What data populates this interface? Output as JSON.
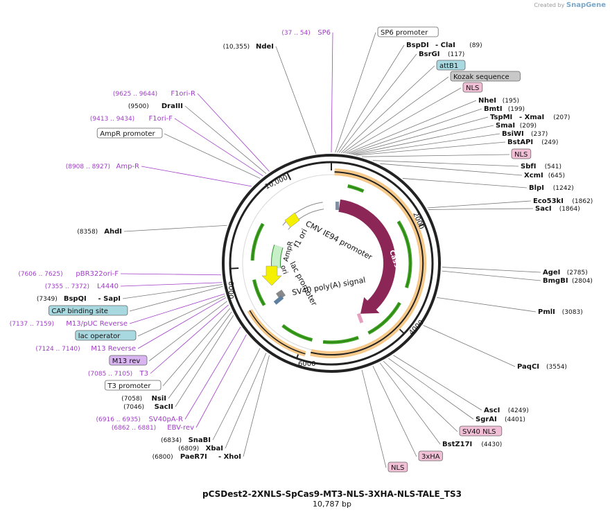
{
  "credit": {
    "prefix": "Created by",
    "brand": "SnapGene"
  },
  "plasmid": {
    "name": "pCSDest2-2XNLS-SpCas9-MT3-NLS-3XHA-NLS-TALE_TS3",
    "length": "10,787 bp"
  },
  "ring_ticks": [
    "2000",
    "4000",
    "6000",
    "8000",
    "10,000"
  ],
  "features": {
    "cas9": "Cas9",
    "cmv": "CMV IE94 promoter",
    "f1ori": "f1 ori",
    "ampr": "AmpR",
    "lac": "lac promoter",
    "ori": "ori",
    "sv40": "SV40 poly(A) signal"
  },
  "labels_right": [
    {
      "name": "SP6 promoter",
      "type": "box",
      "box": "white"
    },
    {
      "name": "BspDI",
      "name2": "ClaI",
      "pos": "(89)"
    },
    {
      "name": "BsrGI",
      "pos": "(117)"
    },
    {
      "name": "attB1",
      "type": "box",
      "box": "teal"
    },
    {
      "name": "Kozak sequence",
      "type": "box",
      "box": "gray"
    },
    {
      "name": "NLS",
      "type": "box",
      "box": "pink"
    },
    {
      "name": "NheI",
      "pos": "(195)"
    },
    {
      "name": "BmtI",
      "pos": "(199)"
    },
    {
      "name": "TspMI",
      "name2": "XmaI",
      "pos": "(207)"
    },
    {
      "name": "SmaI",
      "pos": "(209)"
    },
    {
      "name": "BsiWI",
      "pos": "(237)"
    },
    {
      "name": "BstAPI",
      "pos": "(249)"
    },
    {
      "name": "NLS",
      "type": "box",
      "box": "pink"
    },
    {
      "name": "SbfI",
      "pos": "(541)"
    },
    {
      "name": "XcmI",
      "pos": "(645)"
    },
    {
      "name": "BlpI",
      "pos": "(1242)"
    },
    {
      "name": "Eco53kI",
      "pos": "(1862)"
    },
    {
      "name": "SacI",
      "pos": "(1864)"
    },
    {
      "name": "AgeI",
      "pos": "(2785)"
    },
    {
      "name": "BmgBI",
      "pos": "(2804)"
    },
    {
      "name": "PmlI",
      "pos": "(3083)"
    },
    {
      "name": "PaqCI",
      "pos": "(3554)"
    },
    {
      "name": "AscI",
      "pos": "(4249)"
    },
    {
      "name": "SgrAI",
      "pos": "(4401)"
    },
    {
      "name": "SV40 NLS",
      "type": "box",
      "box": "pink"
    },
    {
      "name": "BstZ17I",
      "pos": "(4430)"
    },
    {
      "name": "3xHA",
      "type": "box",
      "box": "pink"
    },
    {
      "name": "NLS",
      "type": "box",
      "box": "pink"
    }
  ],
  "labels_left": [
    {
      "name": "SP6",
      "pos": "(37 .. 54)",
      "type": "primer"
    },
    {
      "name": "NdeI",
      "pos": "(10,355)"
    },
    {
      "name": "F1ori-R",
      "pos": "(9625 .. 9644)",
      "type": "primer"
    },
    {
      "name": "DraIII",
      "pos": "(9500)"
    },
    {
      "name": "F1ori-F",
      "pos": "(9413 .. 9434)",
      "type": "primer"
    },
    {
      "name": "AmpR promoter",
      "type": "box",
      "box": "white"
    },
    {
      "name": "Amp-R",
      "pos": "(8908 .. 8927)",
      "type": "primer"
    },
    {
      "name": "AhdI",
      "pos": "(8358)"
    },
    {
      "name": "pBR322ori-F",
      "pos": "(7606 .. 7625)",
      "type": "primer"
    },
    {
      "name": "L4440",
      "pos": "(7355 .. 7372)",
      "type": "primer"
    },
    {
      "name": "BspQI",
      "name2": "SapI",
      "pos": "(7349)"
    },
    {
      "name": "CAP binding site",
      "type": "box",
      "box": "teal"
    },
    {
      "name": "M13/pUC Reverse",
      "pos": "(7137 .. 7159)",
      "type": "primer"
    },
    {
      "name": "lac operator",
      "type": "box",
      "box": "teal"
    },
    {
      "name": "M13 Reverse",
      "pos": "(7124 .. 7140)",
      "type": "primer"
    },
    {
      "name": "M13 rev",
      "type": "box",
      "box": "violet"
    },
    {
      "name": "T3",
      "pos": "(7085 .. 7105)",
      "type": "primer"
    },
    {
      "name": "T3 promoter",
      "type": "box",
      "box": "white"
    },
    {
      "name": "NsiI",
      "pos": "(7058)"
    },
    {
      "name": "SacII",
      "pos": "(7046)"
    },
    {
      "name": "SV40pA-R",
      "pos": "(6916 .. 6935)",
      "type": "primer"
    },
    {
      "name": "EBV-rev",
      "pos": "(6862 .. 6881)",
      "type": "primer"
    },
    {
      "name": "SnaBI",
      "pos": "(6834)"
    },
    {
      "name": "XbaI",
      "pos": "(6809)"
    },
    {
      "name": "PaeR7I",
      "name2": "XhoI",
      "pos": "(6800)"
    }
  ],
  "colors": {
    "primer": "#a03cc8",
    "enzyme": "#111111",
    "ring": "#222222",
    "box_white": "#ffffff",
    "box_teal": "#a8d8e0",
    "box_gray": "#c8c8c8",
    "box_pink": "#f2c0d6",
    "box_violet": "#d8b4f0",
    "cas9": "#8b2657",
    "orf_fill": "#f6c98a",
    "orf_stroke": "#d18a2e",
    "arrow_green": "#3aa01e",
    "yellow": "#f5f000",
    "lightgreen": "#c8f0c8"
  }
}
